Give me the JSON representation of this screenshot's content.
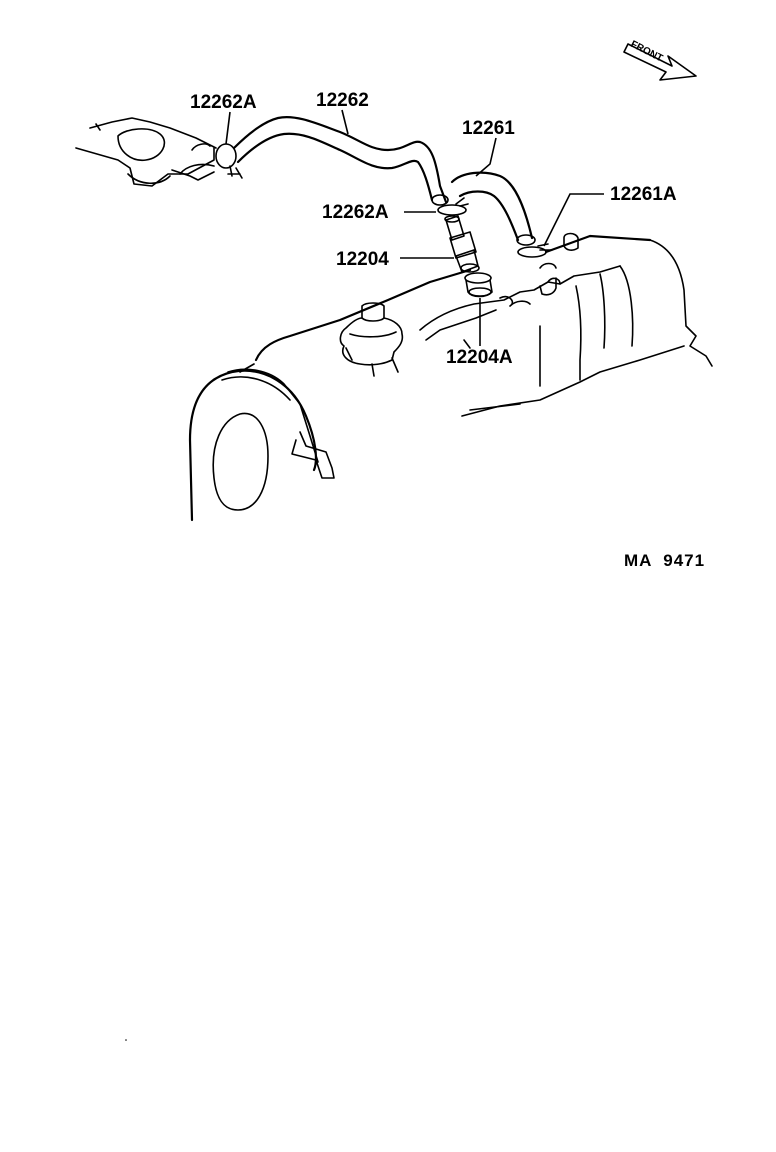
{
  "diagram": {
    "orientation_label": "FRONT",
    "figure_code": "MA  9471",
    "callouts": [
      {
        "id": "clamp-top-left",
        "text": "12262A"
      },
      {
        "id": "hose-long",
        "text": "12262"
      },
      {
        "id": "hose-short",
        "text": "12261"
      },
      {
        "id": "clamp-right",
        "text": "12261A"
      },
      {
        "id": "clamp-middle",
        "text": "12262A"
      },
      {
        "id": "pcv-valve",
        "text": "12204"
      },
      {
        "id": "grommet",
        "text": "12204A"
      }
    ]
  }
}
